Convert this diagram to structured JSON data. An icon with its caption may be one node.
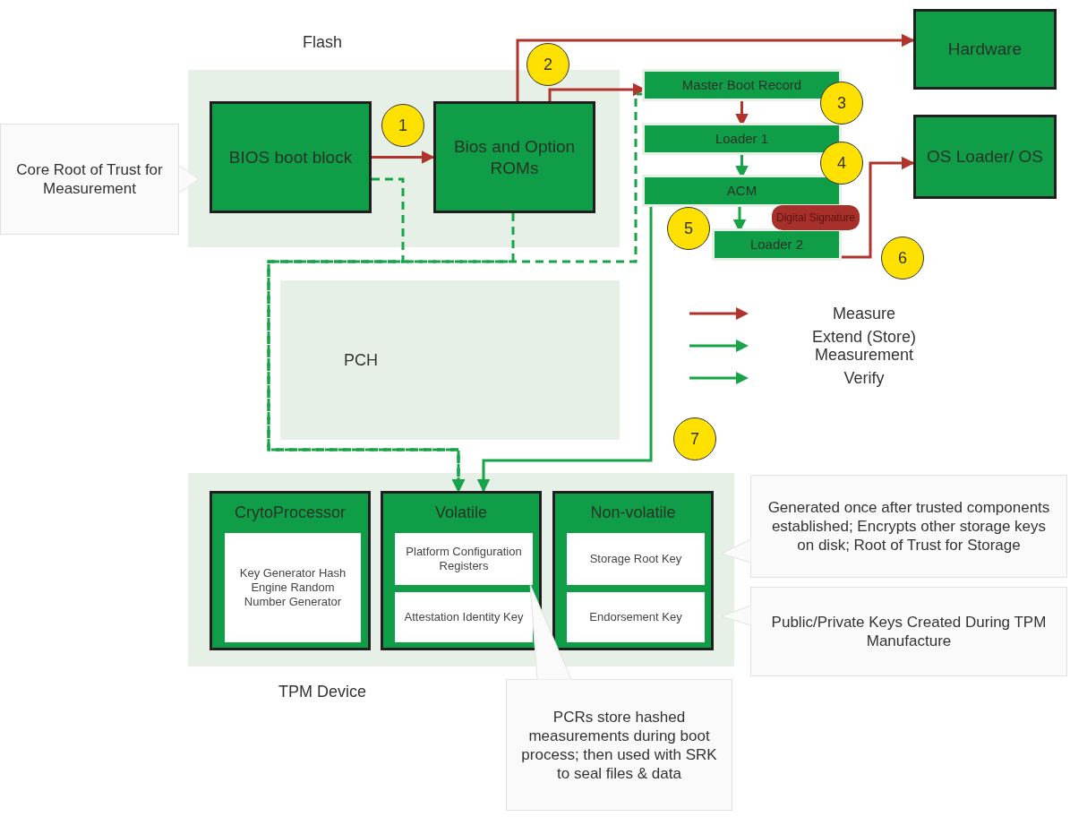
{
  "diagram": {
    "nodes": [
      {
        "text": [
          "Flash"
        ]
      },
      {
        "text": [
          "Core Root of Trust for Measurement"
        ]
      },
      {
        "text": [
          "BIOS boot block"
        ],
        "in": 0
      },
      {
        "text": [
          "Bios and Option ROMs"
        ],
        "in": 0
      },
      {
        "text": [
          "Hardware"
        ]
      },
      {
        "text": [
          "Master Boot Record"
        ]
      },
      {
        "text": [
          "Loader 1"
        ]
      },
      {
        "text": [
          "ACM"
        ]
      },
      {
        "text": [
          "Digital Signature"
        ]
      },
      {
        "text": [
          "Loader 2"
        ]
      },
      {
        "text": [
          "OS Loader/ OS"
        ]
      },
      {
        "text": [
          "PCH"
        ]
      },
      {
        "text": [
          "TPM Device"
        ]
      },
      {
        "text": [
          "CrytoProcessor"
        ],
        "in": 12
      },
      {
        "text": [
          "Key Generator Hash Engine Random Number Generator"
        ],
        "in": 13
      },
      {
        "text": [
          "Volatile"
        ],
        "in": 12
      },
      {
        "text": [
          "Platform Configuration Registers"
        ],
        "in": 15
      },
      {
        "text": [
          "Attestation Identity Key"
        ],
        "in": 15
      },
      {
        "text": [
          "Non-volatile"
        ],
        "in": 12
      },
      {
        "text": [
          "Storage Root Key"
        ],
        "in": 18
      },
      {
        "text": [
          "Endorsement Key"
        ],
        "in": 18
      },
      {
        "text": [
          "Generated once after trusted components established; Encrypts other storage keys on disk; Root of Trust for Storage"
        ]
      },
      {
        "text": [
          "Public/Private Keys Created During TPM Manufacture"
        ]
      },
      {
        "text": [
          "PCRs store hashed measurements during boot process; then used with SRK to seal files & data"
        ]
      },
      {
        "text": [
          "1"
        ],
        "in": 0
      },
      {
        "text": [
          "2"
        ]
      },
      {
        "text": [
          "3"
        ]
      },
      {
        "text": [
          "4"
        ]
      },
      {
        "text": [
          "5"
        ]
      },
      {
        "text": [
          "6"
        ]
      },
      {
        "text": [
          "7"
        ]
      }
    ],
    "edges": [
      {
        "from": 2,
        "to": 3,
        "arrow": "to",
        "color": "#b0342c"
      },
      {
        "from": 3,
        "to": 4,
        "arrow": "to",
        "color": "#b0342c"
      },
      {
        "from": 3,
        "to": 5,
        "arrow": "to",
        "color": "#b0342c"
      },
      {
        "from": 5,
        "to": 6,
        "arrow": "to",
        "color": "#b0342c"
      },
      {
        "from": 6,
        "to": 7,
        "arrow": "to"
      },
      {
        "from": 7,
        "to": 9,
        "arrow": "to"
      },
      {
        "from": 9,
        "to": 10,
        "arrow": "to",
        "color": "#b0342c"
      },
      {
        "from": 2,
        "to": 15,
        "arrow": "to",
        "style": "dashed"
      },
      {
        "from": 3,
        "to": 15,
        "arrow": "to",
        "style": "dashed"
      },
      {
        "from": 5,
        "to": 15,
        "arrow": "to",
        "style": "dashed"
      },
      {
        "from": 7,
        "to": 15,
        "arrow": "to"
      }
    ],
    "legend": [
      {
        "text": "Measure",
        "color": "#b0342c"
      },
      {
        "text": "Extend (Store) Measurement",
        "color": "#17a347"
      },
      {
        "text": "Verify",
        "color": "#17a347"
      }
    ]
  }
}
